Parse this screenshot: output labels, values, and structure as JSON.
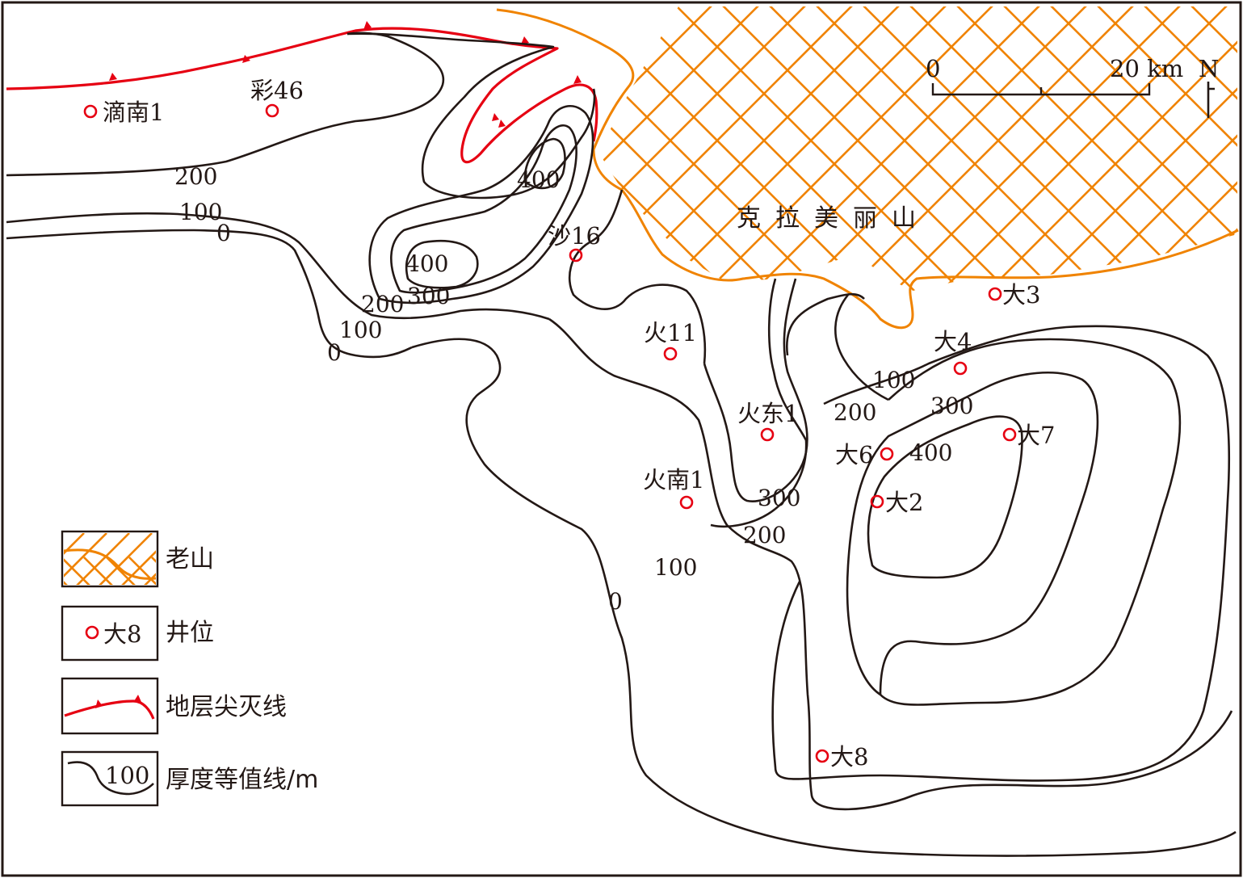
{
  "mountain_label": "克拉美丽山",
  "scale_bar": {
    "start_label": "0",
    "end_label": "20 km",
    "north_label": "N"
  },
  "wells": [
    {
      "id": "dinan1",
      "label": "滴南1"
    },
    {
      "id": "cai46",
      "label": "彩46"
    },
    {
      "id": "sha16",
      "label": "沙16"
    },
    {
      "id": "huo11",
      "label": "火11"
    },
    {
      "id": "huodong1",
      "label": "火东1"
    },
    {
      "id": "huonan1",
      "label": "火南1"
    },
    {
      "id": "da3",
      "label": "大3"
    },
    {
      "id": "da4",
      "label": "大4"
    },
    {
      "id": "da6",
      "label": "大6"
    },
    {
      "id": "da7",
      "label": "大7"
    },
    {
      "id": "da2",
      "label": "大2"
    },
    {
      "id": "da8",
      "label": "大8"
    }
  ],
  "contour_labels": [
    "200",
    "100",
    "0",
    "400",
    "400",
    "300",
    "200",
    "100",
    "0",
    "100",
    "200",
    "300",
    "400",
    "300",
    "200",
    "100",
    "0"
  ],
  "legend": [
    {
      "key": "old_mountain",
      "label": "老山"
    },
    {
      "key": "well",
      "label": "井位",
      "sample": "大8"
    },
    {
      "key": "pinchout",
      "label": "地层尖灭线"
    },
    {
      "key": "isopach",
      "label": "厚度等值线/m",
      "sample": "100"
    }
  ],
  "colors": {
    "mountain": "#f08300",
    "pinchout": "#e60012",
    "well": "#e60012",
    "contour": "#231815",
    "frame": "#231815"
  }
}
